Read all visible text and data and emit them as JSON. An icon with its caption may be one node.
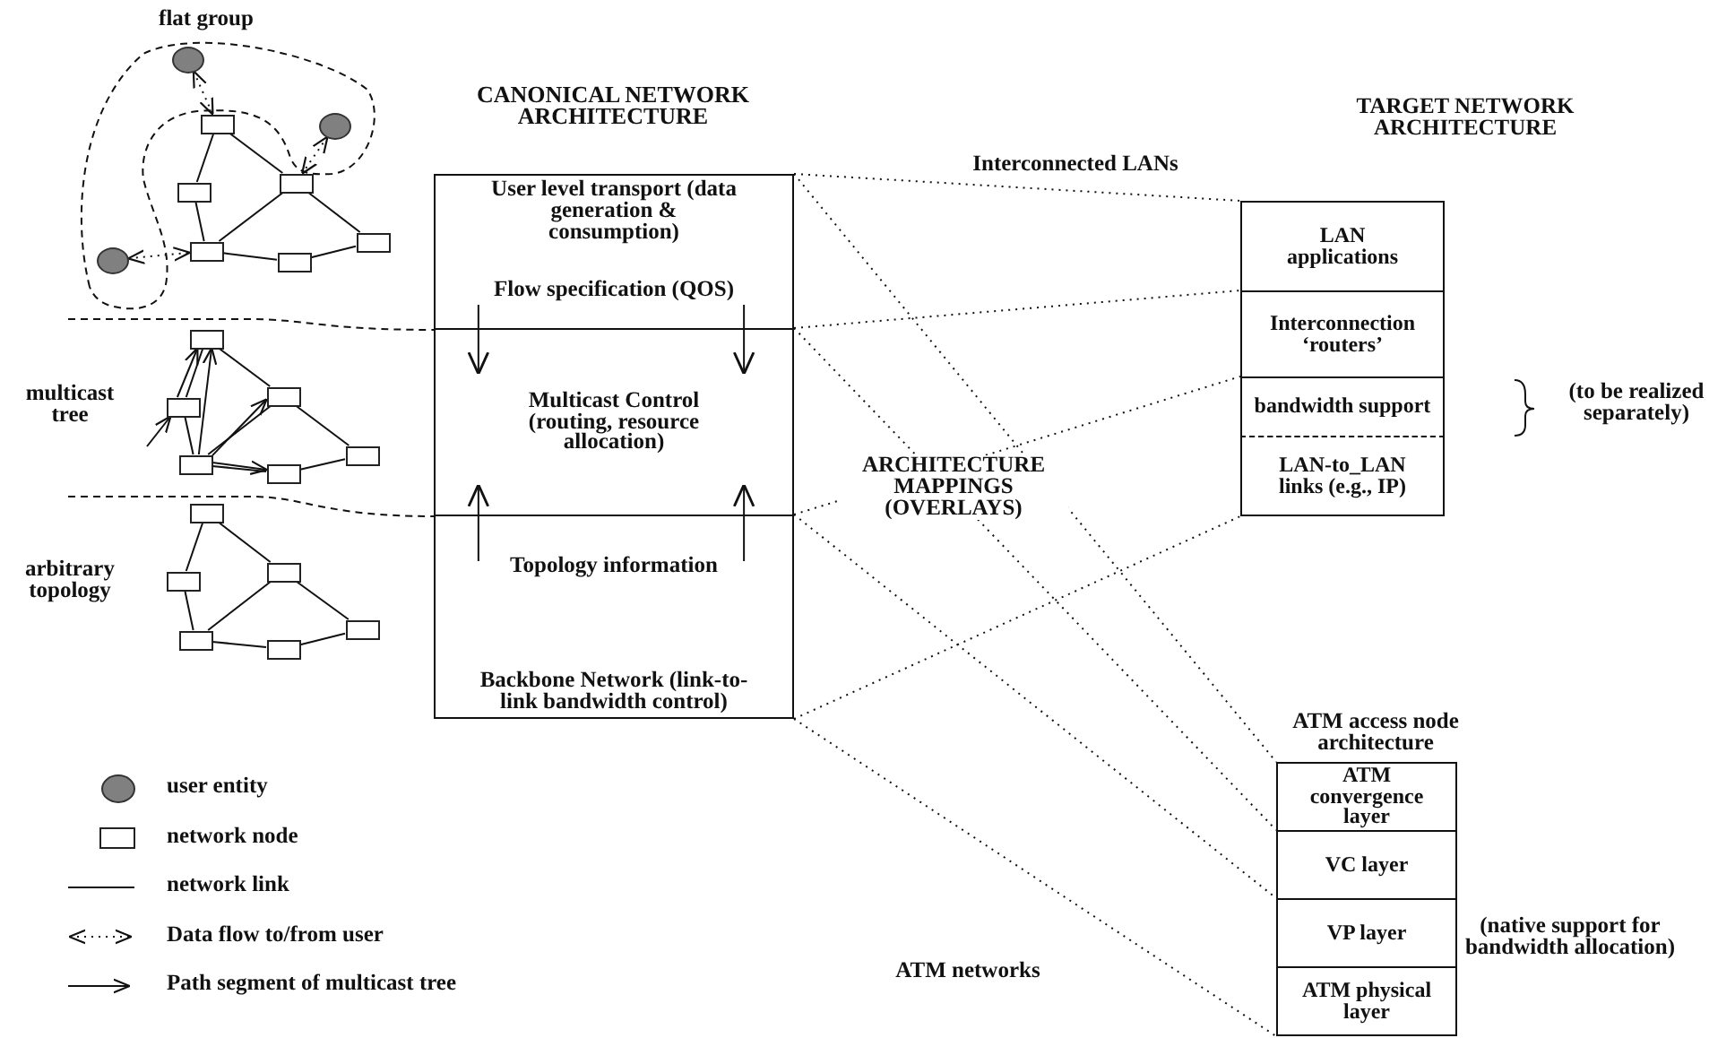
{
  "diagram": {
    "nodes": [
      {
        "text": [],
        "shape": "circle"
      },
      {
        "text": [],
        "shape": "box"
      },
      {
        "text": [],
        "shape": "circle"
      },
      {
        "text": [],
        "shape": "box"
      },
      {
        "text": [],
        "shape": "box"
      },
      {
        "text": [],
        "shape": "box"
      },
      {
        "text": [],
        "shape": "box"
      },
      {
        "text": [],
        "shape": "circle"
      },
      {
        "text": [],
        "shape": "box"
      },
      {
        "text": [
          "CANONICAL NETWORK ARCHITECTURE"
        ]
      },
      {
        "text": [
          "User level transport (data generation & consumption)",
          "Flow specification (QOS)"
        ],
        "in": 9
      },
      {
        "text": [
          "Multicast Control (routing, resource allocation)"
        ],
        "in": 9
      },
      {
        "text": [
          "Topology information",
          "Backbone Network (link-to-link bandwidth control)"
        ],
        "in": 9
      },
      {
        "text": [
          "TARGET NETWORK ARCHITECTURE"
        ]
      },
      {
        "text": [
          "LAN applications"
        ],
        "in": 13
      },
      {
        "text": [
          "Interconnection ‘routers’"
        ],
        "in": 13
      },
      {
        "text": [
          "bandwidth support"
        ],
        "in": 13
      },
      {
        "text": [
          "LAN-to_LAN links (e.g., IP)"
        ],
        "in": 13
      },
      {
        "text": [],
        "shape": "box"
      },
      {
        "text": [],
        "shape": "box"
      },
      {
        "text": [],
        "shape": "box"
      },
      {
        "text": [],
        "shape": "box"
      },
      {
        "text": [],
        "shape": "box"
      },
      {
        "text": [],
        "shape": "box"
      },
      {
        "text": [],
        "shape": "box"
      },
      {
        "text": [],
        "shape": "box"
      },
      {
        "text": [],
        "shape": "box"
      },
      {
        "text": [],
        "shape": "box"
      },
      {
        "text": [],
        "shape": "box"
      },
      {
        "text": [],
        "shape": "box"
      },
      {
        "text": [
          "ATM access node architecture"
        ]
      },
      {
        "text": [
          "ATM convergence layer"
        ],
        "in": 30
      },
      {
        "text": [
          "VC layer"
        ],
        "in": 30
      },
      {
        "text": [
          "VP layer"
        ],
        "in": 30
      },
      {
        "text": [
          "ATM physical layer"
        ],
        "in": 30
      }
    ],
    "edges": [
      {
        "from": 1,
        "to": 4,
        "arrow": "none"
      },
      {
        "from": 4,
        "to": 6,
        "arrow": "none"
      },
      {
        "from": 1,
        "to": 3,
        "arrow": "none"
      },
      {
        "from": 3,
        "to": 6,
        "arrow": "none"
      },
      {
        "from": 3,
        "to": 5,
        "arrow": "none"
      },
      {
        "from": 6,
        "to": 8,
        "arrow": "none"
      },
      {
        "from": 8,
        "to": 5,
        "arrow": "none"
      },
      {
        "from": 0,
        "to": 1,
        "arrow": "both",
        "style": "dashed"
      },
      {
        "from": 2,
        "to": 3,
        "arrow": "both",
        "style": "dashed"
      },
      {
        "from": 7,
        "to": 6,
        "arrow": "both",
        "style": "dashed"
      },
      {
        "from": 10,
        "to": 11,
        "arrow": "to"
      },
      {
        "from": 10,
        "to": 11,
        "arrow": "to"
      },
      {
        "from": 12,
        "to": 11,
        "arrow": "to"
      },
      {
        "from": 12,
        "to": 11,
        "arrow": "to"
      },
      {
        "from": 10,
        "to": 14,
        "arrow": "none",
        "style": "dashed"
      },
      {
        "from": 11,
        "to": 15,
        "arrow": "none",
        "style": "dashed"
      },
      {
        "from": 12,
        "to": 16,
        "arrow": "none",
        "style": "dashed"
      },
      {
        "from": 12,
        "to": 17,
        "arrow": "none",
        "style": "dashed"
      },
      {
        "from": 10,
        "to": 31,
        "arrow": "none",
        "style": "dashed"
      },
      {
        "from": 11,
        "to": 32,
        "arrow": "none",
        "style": "dashed"
      },
      {
        "from": 12,
        "to": 33,
        "arrow": "none",
        "style": "dashed"
      },
      {
        "from": 12,
        "to": 34,
        "arrow": "none",
        "style": "dashed"
      },
      {
        "from": 18,
        "to": 19,
        "arrow": "none"
      },
      {
        "from": 18,
        "to": 20,
        "arrow": "none"
      },
      {
        "from": 19,
        "to": 21,
        "arrow": "none"
      },
      {
        "from": 21,
        "to": 20,
        "arrow": "none"
      },
      {
        "from": 21,
        "to": 22,
        "arrow": "none"
      },
      {
        "from": 22,
        "to": 23,
        "arrow": "none"
      },
      {
        "from": 20,
        "to": 23,
        "arrow": "none"
      },
      {
        "from": null,
        "to": 19,
        "arrow": "to"
      },
      {
        "from": 19,
        "to": 18,
        "arrow": "to"
      },
      {
        "from": 21,
        "to": 18,
        "arrow": "to"
      },
      {
        "from": 21,
        "to": 20,
        "arrow": "to"
      },
      {
        "from": 21,
        "to": 22,
        "arrow": "to"
      },
      {
        "from": 24,
        "to": 25,
        "arrow": "none"
      },
      {
        "from": 24,
        "to": 26,
        "arrow": "none"
      },
      {
        "from": 25,
        "to": 27,
        "arrow": "none"
      },
      {
        "from": 27,
        "to": 26,
        "arrow": "none"
      },
      {
        "from": 27,
        "to": 28,
        "arrow": "none"
      },
      {
        "from": 28,
        "to": 29,
        "arrow": "none"
      },
      {
        "from": 26,
        "to": 29,
        "arrow": "none"
      }
    ],
    "labels": [
      "flat group",
      "multicast tree",
      "arbitrary topology",
      "Interconnected LANs",
      "(to be realized separately)",
      "ARCHITECTURE MAPPINGS (OVERLAYS)",
      "(native support for bandwidth allocation)",
      "ATM networks"
    ],
    "legend": [
      {
        "text": "user entity"
      },
      {
        "text": "network node"
      },
      {
        "text": "network link"
      },
      {
        "text": "Data flow to/from user"
      },
      {
        "text": "Path segment of multicast tree"
      }
    ]
  }
}
